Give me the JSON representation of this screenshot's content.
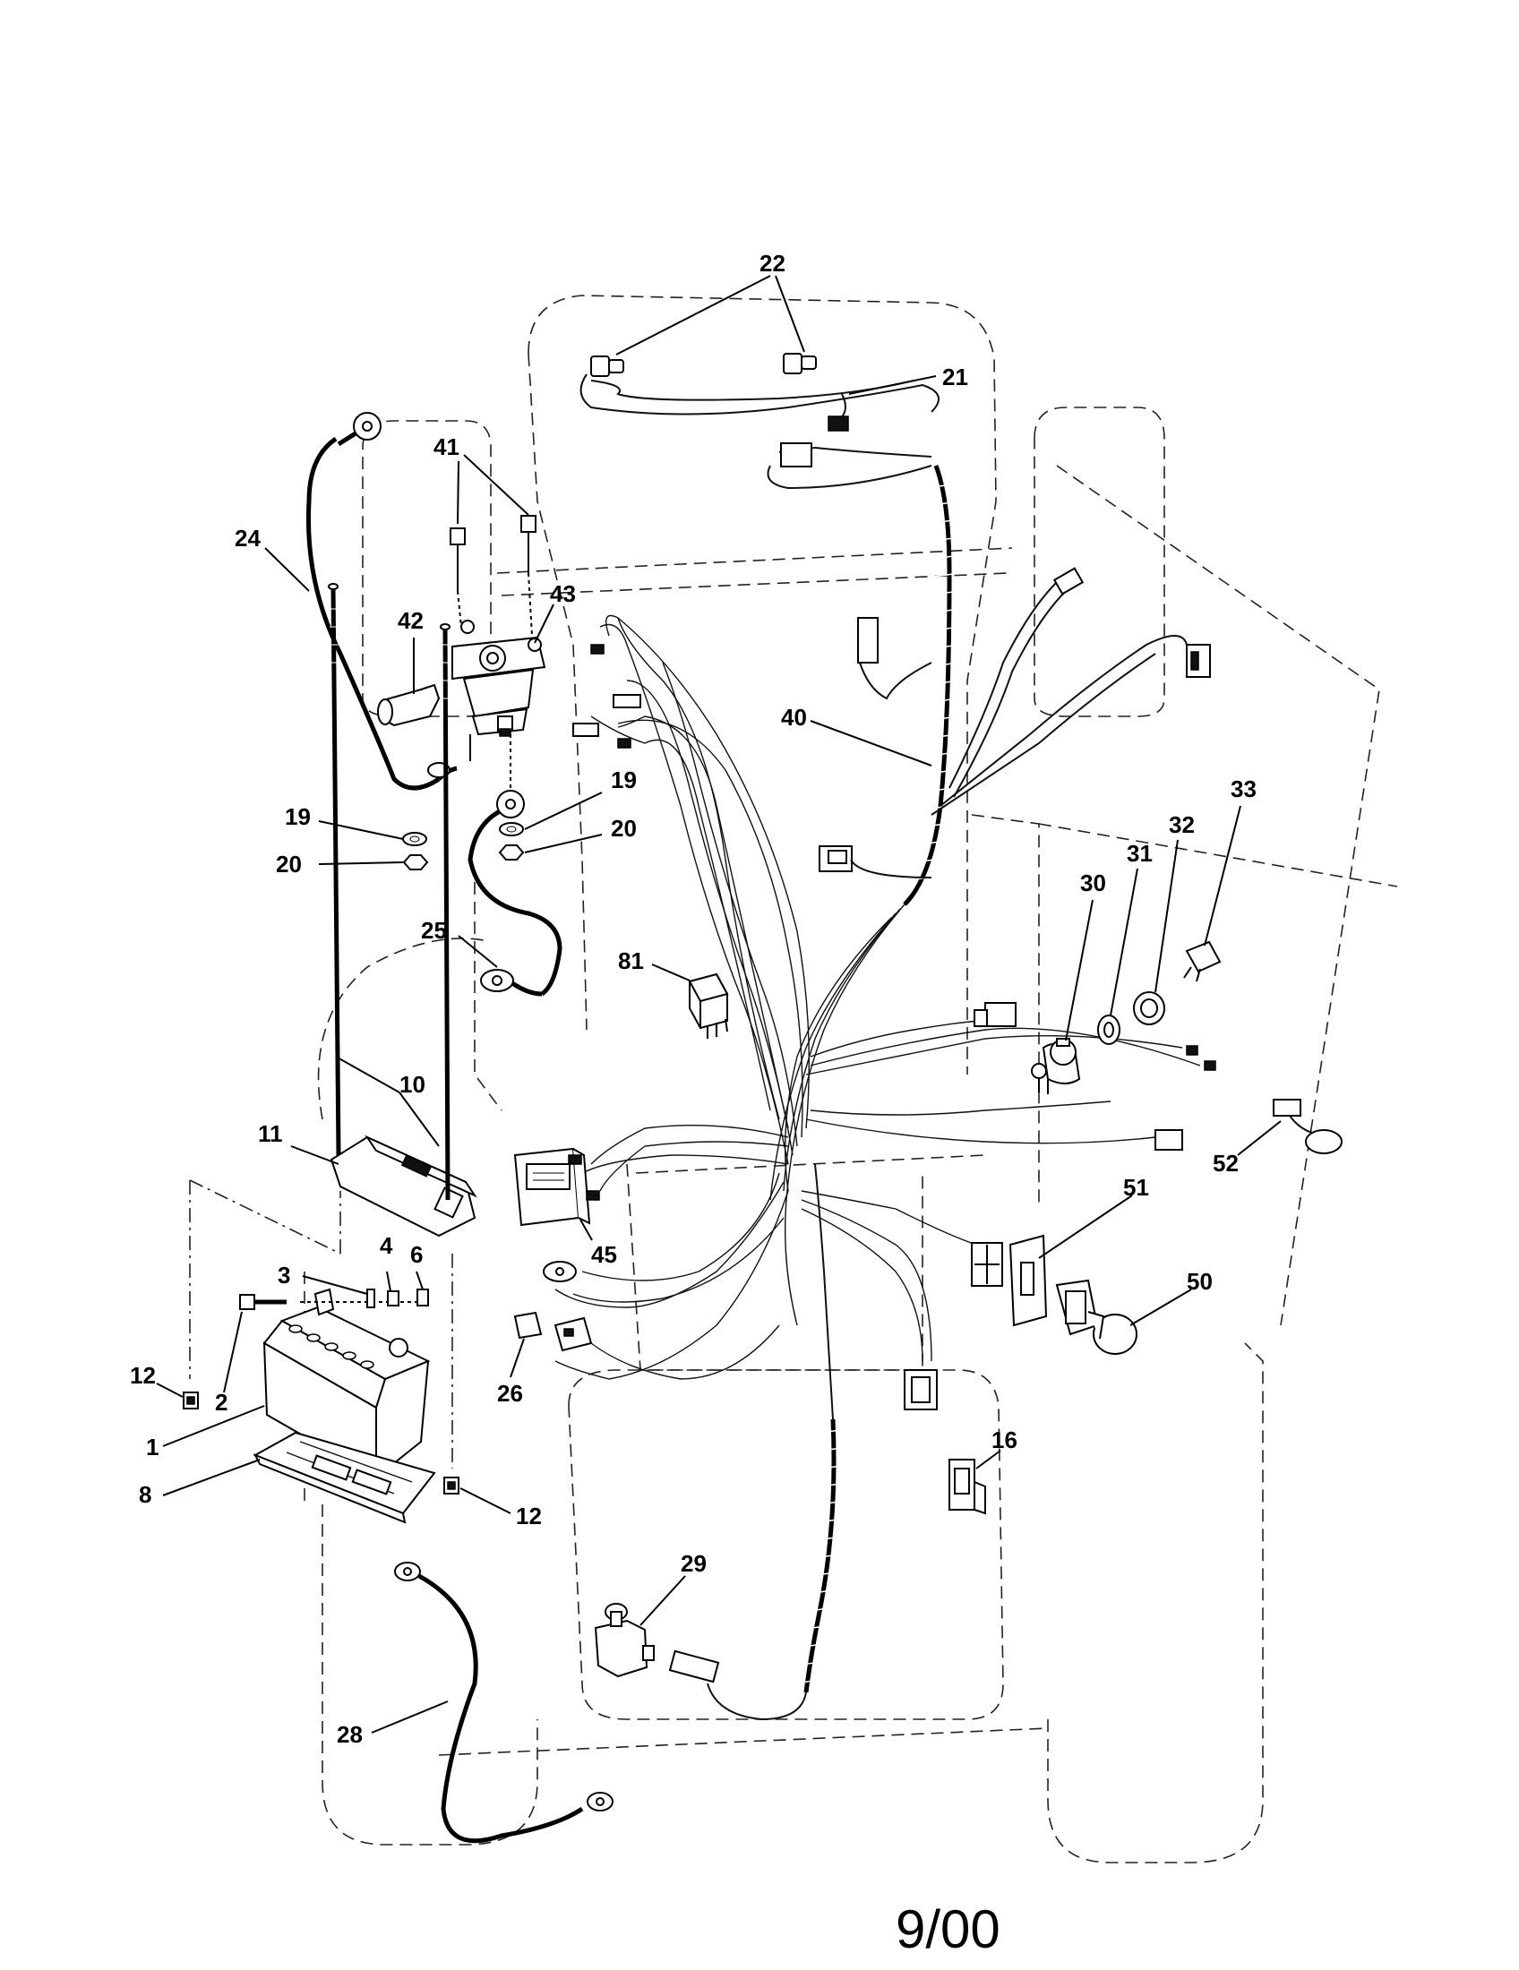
{
  "diagram": {
    "date_code": "9/00",
    "callouts": {
      "c22": "22",
      "c21": "21",
      "c41": "41",
      "c24": "24",
      "c43": "43",
      "c42": "42",
      "c40": "40",
      "c19a": "19",
      "c19b": "19",
      "c20a": "20",
      "c20b": "20",
      "c33": "33",
      "c32": "32",
      "c31": "31",
      "c30": "30",
      "c25": "25",
      "c81": "81",
      "c10": "10",
      "c11": "11",
      "c52": "52",
      "c51": "51",
      "c45": "45",
      "c3": "3",
      "c4": "4",
      "c6": "6",
      "c50": "50",
      "c12a": "12",
      "c2": "2",
      "c26": "26",
      "c16": "16",
      "c1": "1",
      "c8": "8",
      "c12b": "12",
      "c29": "29",
      "c28": "28"
    }
  }
}
